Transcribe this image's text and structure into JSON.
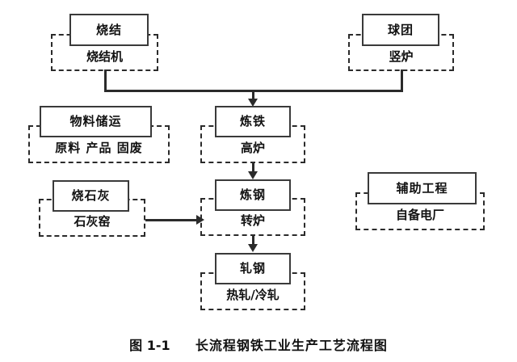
{
  "figure": {
    "caption_number": "图 1-1",
    "caption_text": "长流程钢铁工业生产工艺流程图"
  },
  "units": [
    {
      "id": "sintering",
      "title": "烧结",
      "sub": "烧结机"
    },
    {
      "id": "pelletizing",
      "title": "球团",
      "sub": "竖炉"
    },
    {
      "id": "material-storage",
      "title": "物料储运",
      "sub": "原料 产品 固废"
    },
    {
      "id": "ironmaking",
      "title": "炼铁",
      "sub": "高炉"
    },
    {
      "id": "lime-burning",
      "title": "烧石灰",
      "sub": "石灰窑"
    },
    {
      "id": "steelmaking",
      "title": "炼钢",
      "sub": "转炉"
    },
    {
      "id": "auxiliary",
      "title": "辅助工程",
      "sub": "自备电厂"
    },
    {
      "id": "rolling",
      "title": "轧钢",
      "sub": "热轧/冷轧"
    }
  ],
  "colors": {
    "line": "#2b2b2b",
    "box_border": "#3a3a3a",
    "text": "#111111",
    "background": "#ffffff"
  }
}
